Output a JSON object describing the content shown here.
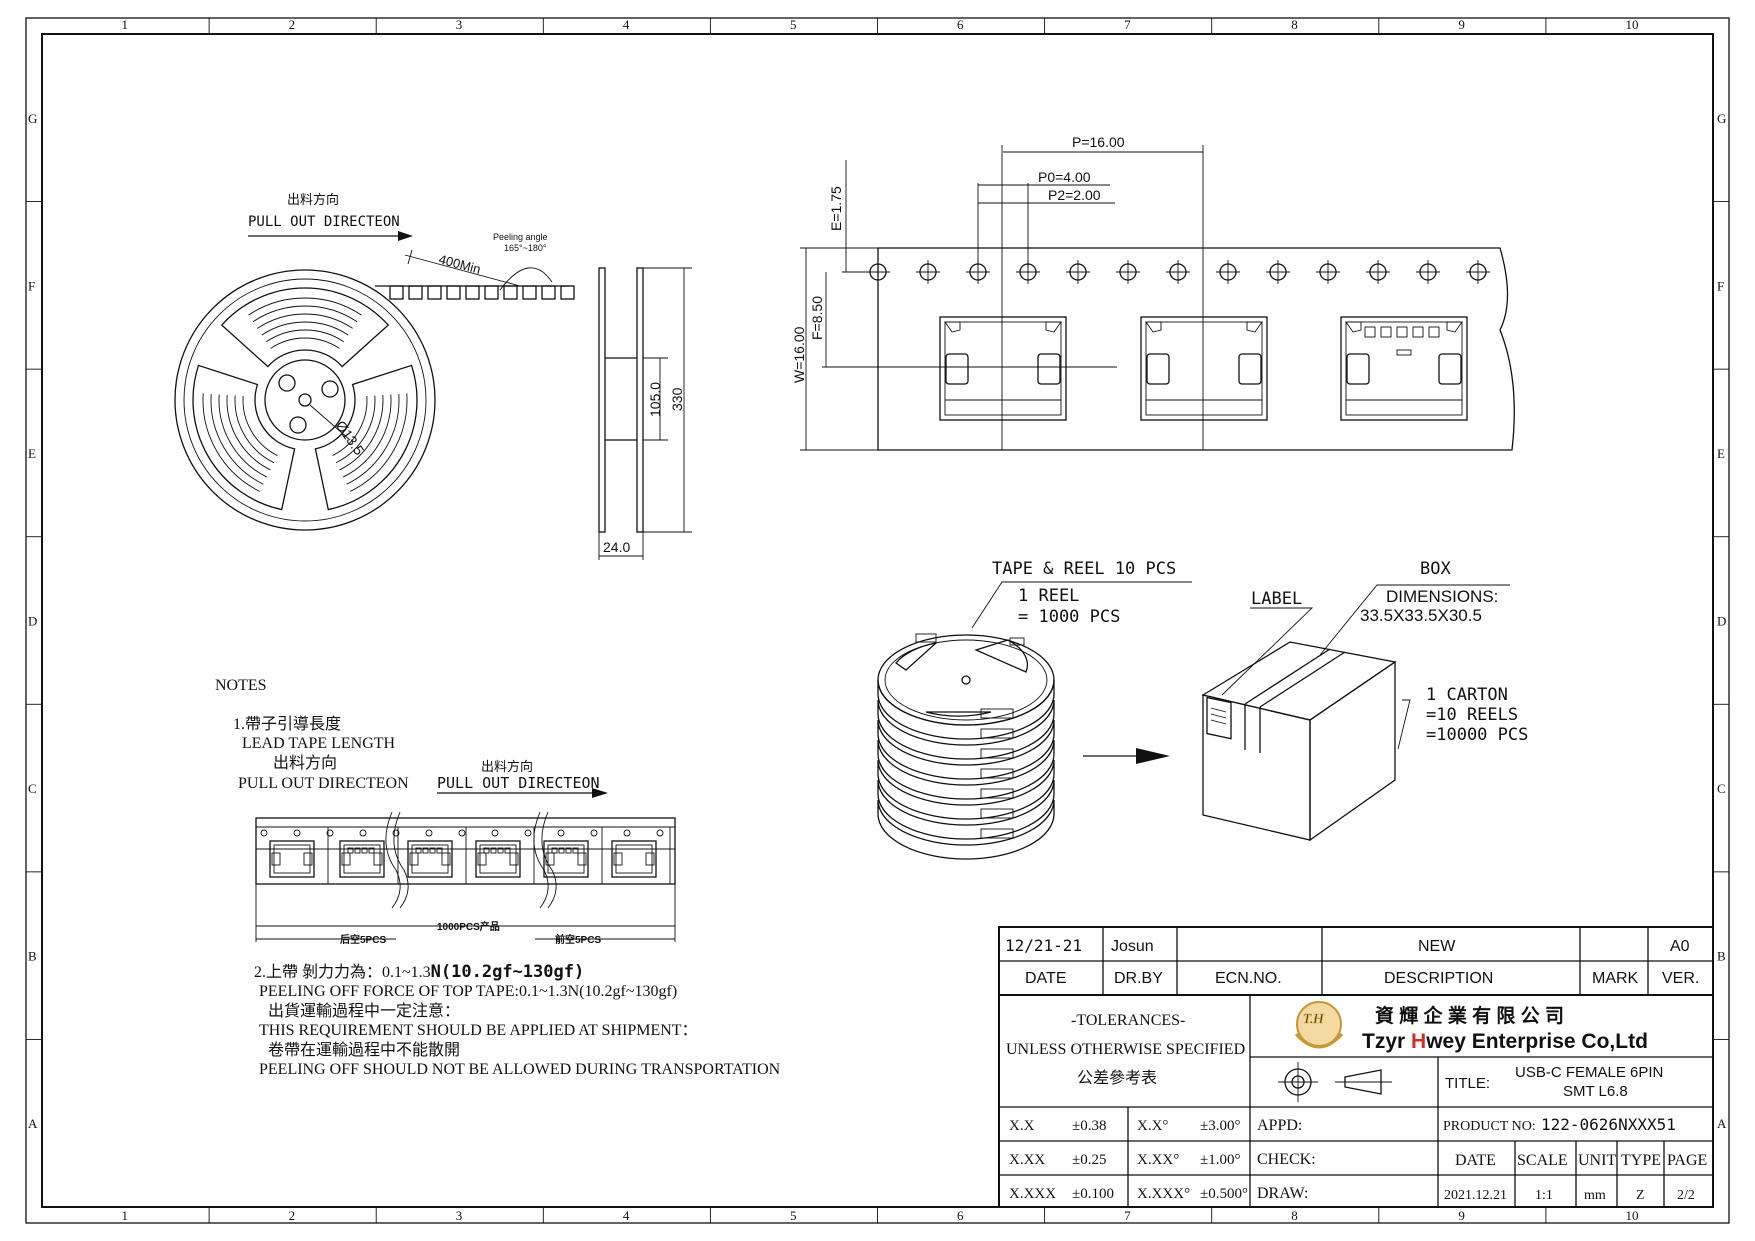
{
  "border": {
    "columns": [
      "1",
      "2",
      "3",
      "4",
      "5",
      "6",
      "7",
      "8",
      "9",
      "10"
    ],
    "rows": [
      "G",
      "F",
      "E",
      "D",
      "C",
      "B",
      "A"
    ]
  },
  "reel": {
    "cn_direction": "出料方向",
    "pull_out": "PULL OUT DIRECTEON",
    "min_length": "400Min",
    "peeling_angle": "Peeling angle",
    "peeling_range": "165°~180°",
    "hub_dia": "Ø13.5",
    "inner_dia": "105.0",
    "outer_dia": "330",
    "width": "24.0"
  },
  "tape": {
    "p": "P=16.00",
    "p0": "P0=4.00",
    "p2": "P2=2.00",
    "e": "E=1.75",
    "f": "F=8.50",
    "w": "W=16.00"
  },
  "packing": {
    "tape_reel": "TAPE & REEL 10 PCS",
    "reel_line1": "1 REEL",
    "reel_line2": "= 1000 PCS",
    "label": "LABEL",
    "box": "BOX",
    "dims_label": "DIMENSIONS:",
    "dims_value": "33.5X33.5X30.5",
    "carton1": "1 CARTON",
    "carton2": "=10 REELS",
    "carton3": "=10000 PCS"
  },
  "notes": {
    "heading": "NOTES",
    "n1_cn": "1.帶子引導長度",
    "n1_en": "LEAD TAPE LENGTH",
    "n1_dir_cn": "出料方向",
    "n1_dir_en": "PULL OUT DIRECTEON",
    "strip_dir_cn": "出料方向",
    "strip_dir_en": "PULL OUT DIRECTEON",
    "trail": "后空5PCS",
    "count": "1000PCS产品",
    "lead": "前空5PCS",
    "n2_cn_a": "2.上帶 剝力力為：0.1~1.3",
    "n2_cn_b": "N(10.2gf~130gf)",
    "n2_en": "PEELING OFF FORCE OF TOP TAPE:0.1~1.3N(10.2gf~130gf)",
    "n3_cn": "出貨運輸過程中一定注意：",
    "n3_en": "THIS REQUIREMENT SHOULD BE APPLIED AT SHIPMENT：",
    "n4_cn": "卷帶在運輸過程中不能散開",
    "n4_en": "PEELING OFF SHOULD NOT BE ALLOWED DURING TRANSPORTATION"
  },
  "title_block": {
    "rev_date": "12/21-21",
    "rev_by": "Josun",
    "rev_desc": "NEW",
    "rev_ver": "A0",
    "h_date": "DATE",
    "h_drby": "DR.BY",
    "h_ecn": "ECN.NO.",
    "h_desc": "DESCRIPTION",
    "h_mark": "MARK",
    "h_ver": "VER.",
    "tol1": "-TOLERANCES-",
    "tol2": "UNLESS OTHERWISE SPECIFIED",
    "tol3": "公差參考表",
    "logo_mark": "T.H",
    "company_cn": "資 輝 企 業 有 限 公 司",
    "company_en_a": "Tzyr ",
    "company_en_b": "H",
    "company_en_c": "wey Enterprise Co,Ltd",
    "title_label": "TITLE:",
    "title1": "USB-C FEMALE 6PIN",
    "title2": "SMT L6.8",
    "appd": "APPD:",
    "check": "CHECK:",
    "draw": "DRAW:",
    "product_label": "PRODUCT NO:",
    "product_no": "122-0626NXXX51",
    "h_date2": "DATE",
    "h_scale": "SCALE",
    "h_unit": "UNIT",
    "h_type": "TYPE",
    "h_page": "PAGE",
    "date": "2021.12.21",
    "scale": "1:1",
    "unit": "mm",
    "type": "Z",
    "page": "2/2",
    "tol_rows": [
      [
        "X.X",
        "±0.38",
        "X.X°",
        "±3.00°"
      ],
      [
        "X.XX",
        "±0.25",
        "X.XX°",
        "±1.00°"
      ],
      [
        "X.XXX",
        "±0.100",
        "X.XXX°",
        "±0.500°"
      ]
    ]
  }
}
